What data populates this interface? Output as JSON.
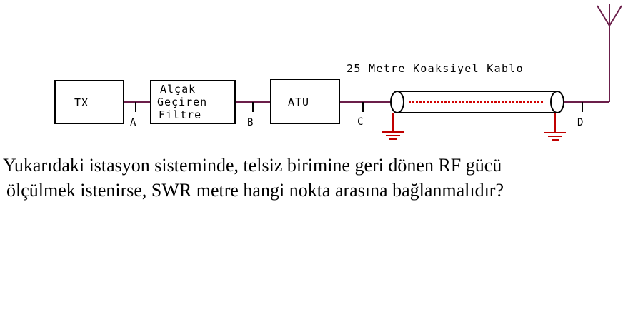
{
  "diagram": {
    "blocks": {
      "tx": "TX",
      "lpf_line1": "Alçak",
      "lpf_line2": "Geçiren",
      "lpf_line3": "Filtre",
      "atu": "ATU"
    },
    "points": {
      "a": "A",
      "b": "B",
      "c": "C",
      "d": "D"
    },
    "cable_label": "25 Metre Koaksiyel Kablo",
    "colors": {
      "wire": "#6b1e4a",
      "ground": "#c00000",
      "cable_core": "#d10000",
      "box": "#000000"
    }
  },
  "question": {
    "line1": "Yukarıdaki istasyon sisteminde, telsiz birimine geri dönen RF gücü",
    "line2": "ölçülmek istenirse, SWR metre hangi nokta arasına bağlanmalıdır?"
  }
}
